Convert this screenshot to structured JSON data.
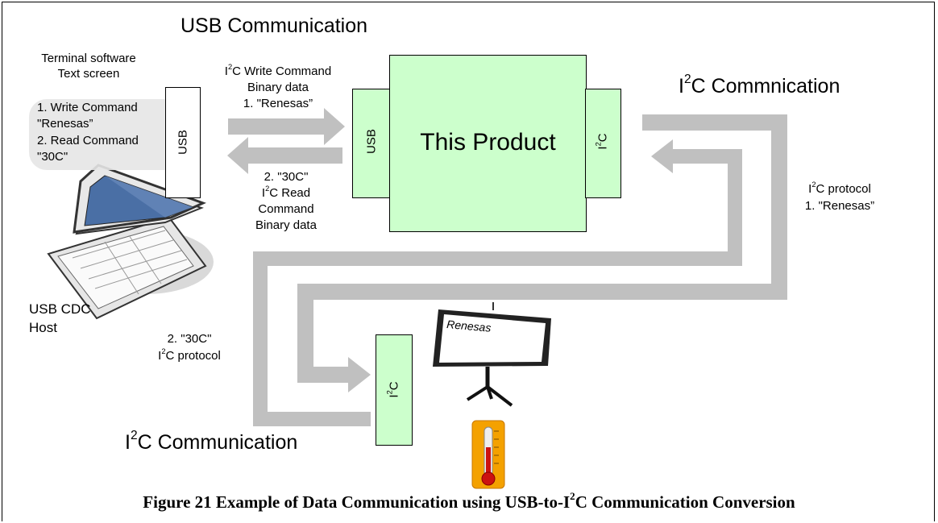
{
  "titles": {
    "usb_comm": "USB Communication",
    "i2c_comm_right": "I2C Commnication",
    "i2c_comm_bottom": "I2C Communication"
  },
  "terminal": {
    "line1": "Terminal software",
    "line2": "Text screen",
    "bubble_line1": "1. Write Command",
    "bubble_line2": "\"Renesas”",
    "bubble_line3": "2. Read Command",
    "bubble_line4": "\"30C\""
  },
  "host": {
    "line1": "USB CDC",
    "line2": "Host",
    "usb_tab": "USB"
  },
  "write_cmd": {
    "line1": "I2C Write Command",
    "line2": "Binary data",
    "line3": "1. \"Renesas”"
  },
  "read_cmd": {
    "line1": "2.  \"30C\"",
    "line2": "I2C Read",
    "line3": "Command",
    "line4": "Binary data"
  },
  "product": {
    "label": "This Product",
    "usb_port": "USB",
    "i2c_port": "I2C"
  },
  "right_proto": {
    "line1": "I2C protocol",
    "line2": "1. \"Renesas”"
  },
  "left_proto": {
    "line1": "2. \"30C\"",
    "line2": "I2C protocol"
  },
  "device": {
    "i2c_port": "I2C",
    "screen_text": "Renesas"
  },
  "caption": "Figure 21 Example of Data Communication using USB-to-I2C Communication Conversion"
}
